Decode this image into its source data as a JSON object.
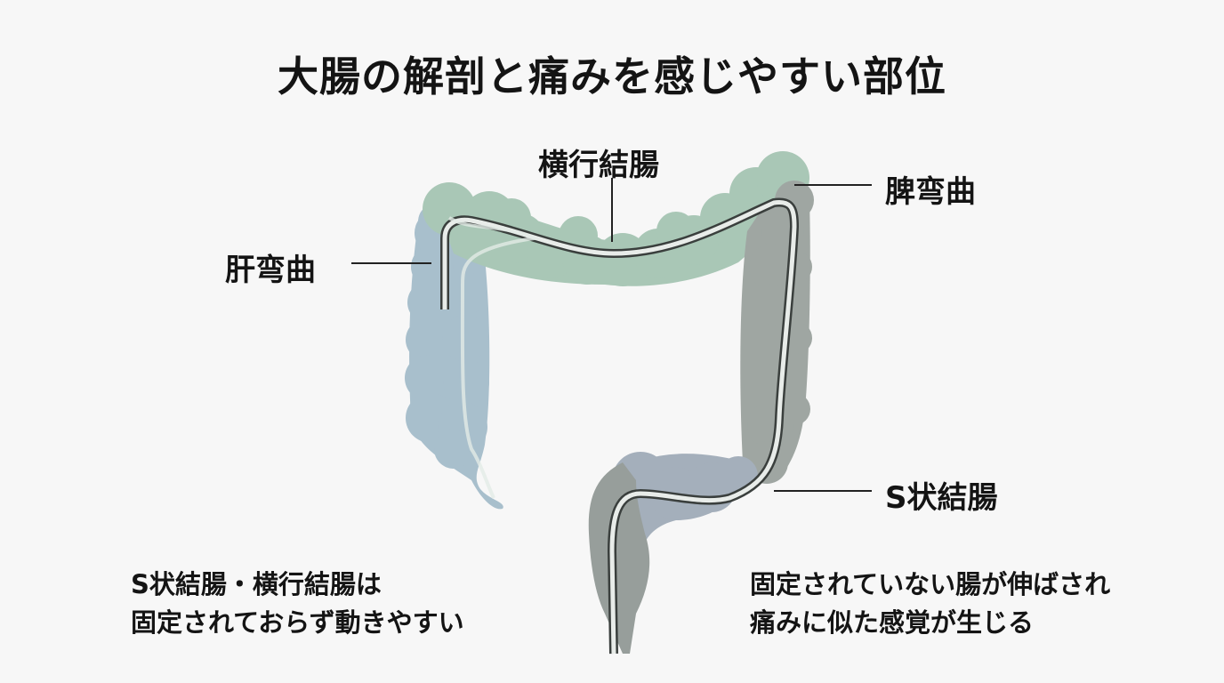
{
  "title": "大腸の解剖と痛みを感じやすい部位",
  "labels": {
    "transverse_colon": "横行結腸",
    "splenic_flexure": "脾弯曲",
    "hepatic_flexure": "肝弯曲",
    "sigmoid_colon": "S状結腸"
  },
  "notes": {
    "left_line1": "S状結腸・横行結腸は",
    "left_line2": "固定されておらず動きやすい",
    "right_line1": "固定されていない腸が伸ばされ",
    "right_line2": "痛みに似た感覚が生じる"
  },
  "colors": {
    "ascending_colon": "#a8bfcc",
    "transverse_colon": "#a9c7b6",
    "descending_colon": "#9fa6a2",
    "sigmoid_colon": "#a4afbb",
    "scope_outline": "#3a3f3d",
    "leader_line": "#222222"
  }
}
